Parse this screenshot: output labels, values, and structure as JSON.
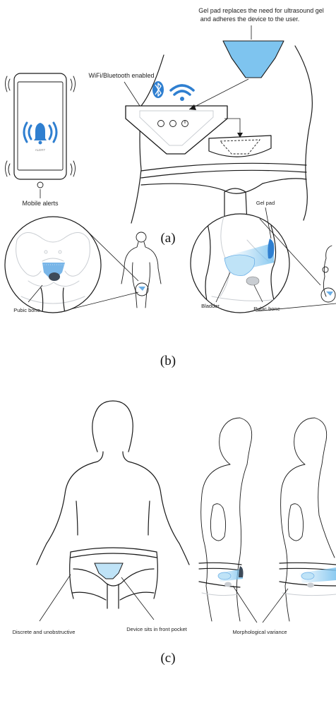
{
  "panel_a": {
    "caption": "(a)",
    "gel_pad_note_line1": "Gel pad replaces the need for ultrasound gel",
    "gel_pad_note_line2": "and adheres the device to the user.",
    "wireless_label": "WiFi/Bluetooth enabled",
    "phone_alert_text": "ALERT",
    "mobile_alerts_label": "Mobile alerts"
  },
  "panel_b": {
    "caption": "(b)",
    "pubic_bone_label_left": "Pubic bone",
    "gel_pad_label": "Gel pad",
    "bladder_label": "Bladder",
    "pubic_bone_label_right": "Pubic bone"
  },
  "panel_c": {
    "caption": "(c)",
    "discrete_label": "Discrete and unobstructive",
    "pocket_label": "Device sits in front pocket",
    "variance_label": "Morphological variance"
  },
  "colors": {
    "accent_blue": "#2f7fd0",
    "gel_blue": "#7ec4ef",
    "bladder_blue": "#bfe3f7",
    "outline": "#1a1a1a",
    "faint_grey": "#c9cdd2"
  }
}
